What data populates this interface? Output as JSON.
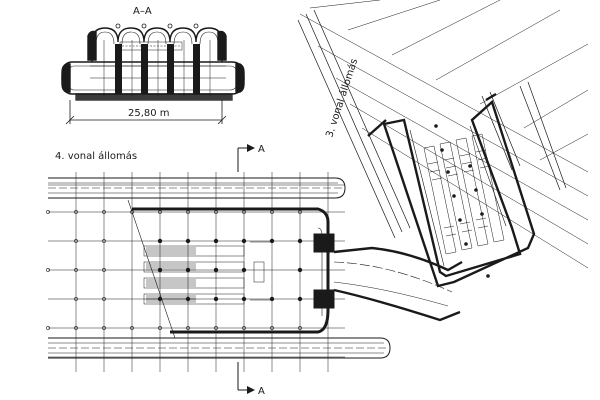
{
  "labels": {
    "section_title": "A–A",
    "dimension": "25,80 m",
    "station_line4": "4. vonal állomás",
    "station_line3": "3. vonal állomás",
    "cut_top": "A",
    "cut_bottom": "A"
  },
  "colors": {
    "ink": "#1a1a1a",
    "background": "#ffffff"
  }
}
